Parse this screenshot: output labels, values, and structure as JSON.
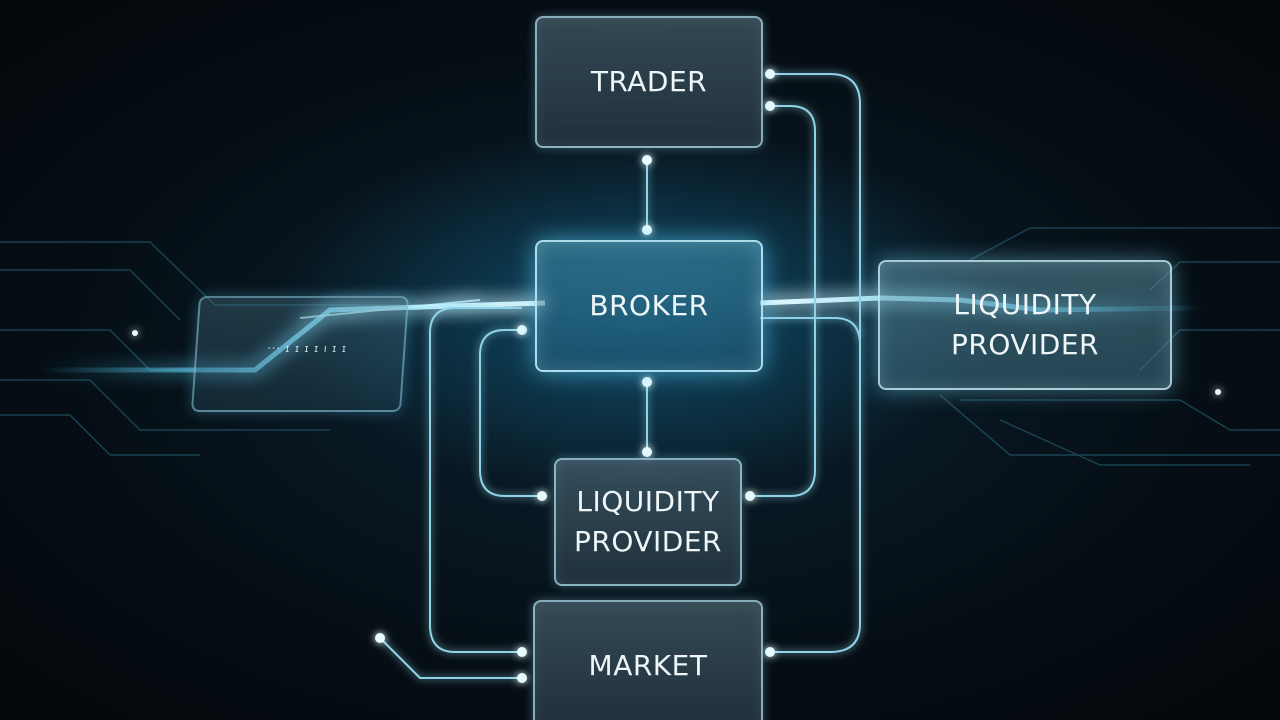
{
  "diagram": {
    "nodes": [
      {
        "id": "trader",
        "label": "TRADER"
      },
      {
        "id": "broker",
        "label": "BROKER"
      },
      {
        "id": "liquidity_provider_right",
        "label": "LIQUIDITY\nPROVIDER"
      },
      {
        "id": "liquidity_provider_center",
        "label": "LIQUIDITY\nPROVIDER"
      },
      {
        "id": "market",
        "label": "MARKET"
      }
    ],
    "edges": [
      {
        "from": "trader",
        "to": "broker"
      },
      {
        "from": "broker",
        "to": "liquidity_provider_center"
      },
      {
        "from": "broker",
        "to": "liquidity_provider_right"
      },
      {
        "from": "trader",
        "to": "market"
      },
      {
        "from": "trader",
        "to": "liquidity_provider_center"
      },
      {
        "from": "broker",
        "to": "liquidity_provider_center"
      },
      {
        "from": "broker",
        "to": "market"
      }
    ]
  },
  "colors": {
    "background": "#050b10",
    "accent_glow": "#46c8f0",
    "line": "#8fd3e6",
    "node_text": "#eef6f8"
  }
}
